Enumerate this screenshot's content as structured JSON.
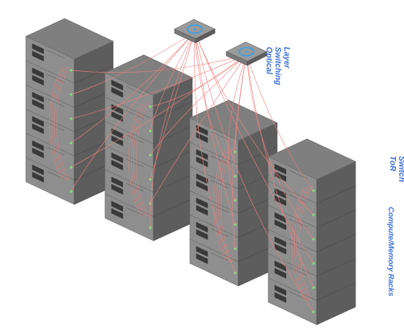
{
  "labels": {
    "optical_switching_layer": [
      "Optical",
      "Switching",
      "Layer"
    ],
    "tor_switch": [
      "ToR",
      "Switch"
    ],
    "compute_memory_racks": "Compute/Memory Racks"
  },
  "colors": {
    "label_text": "#3b6fd6",
    "fiber": "#f08080",
    "server_top": "#7f7f7f",
    "server_left": "#8e8e8e",
    "server_right": "#5d5d5d",
    "switch_ring": "#3aa0e8",
    "led": "#7fe07f"
  },
  "racks": [
    {
      "name": "rack-1",
      "servers": 6
    },
    {
      "name": "rack-2",
      "servers": 6
    },
    {
      "name": "rack-3",
      "servers": 6
    },
    {
      "name": "rack-4",
      "servers": 6
    }
  ],
  "optical_switches": [
    {
      "name": "optical-switch-1",
      "icon": "switch-ring-icon"
    },
    {
      "name": "optical-switch-2",
      "icon": "switch-ring-icon"
    }
  ]
}
